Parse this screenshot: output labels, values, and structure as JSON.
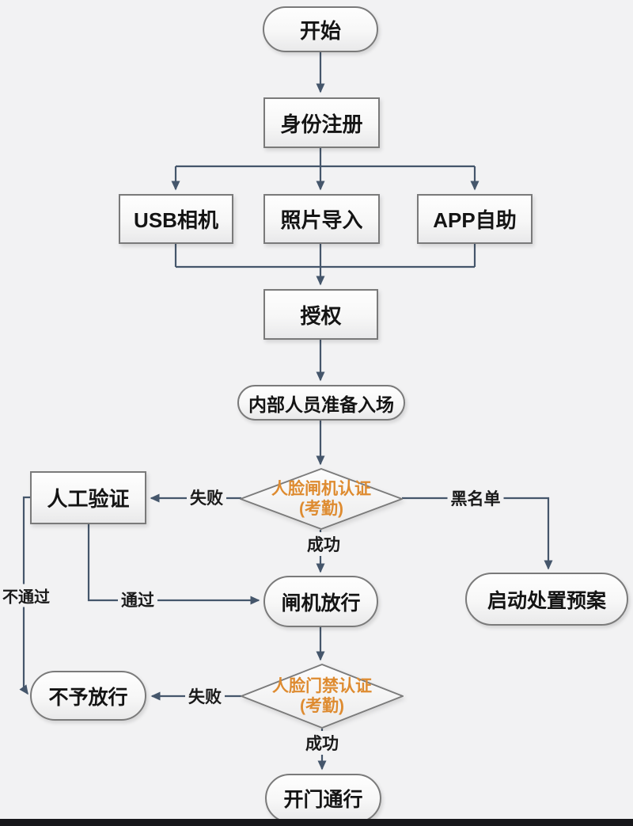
{
  "flowchart": {
    "title": "face-recognition-access-flow",
    "nodes": {
      "start": {
        "label": "开始"
      },
      "register": {
        "label": "身份注册"
      },
      "usb_camera": {
        "label": "USB相机"
      },
      "photo_import": {
        "label": "照片导入"
      },
      "app_self": {
        "label": "APP自助"
      },
      "authorize": {
        "label": "授权"
      },
      "prepare": {
        "label": "内部人员准备入场"
      },
      "gate_auth": {
        "line1": "人脸闸机认证",
        "line2": "(考勤)"
      },
      "manual_verify": {
        "label": "人工验证"
      },
      "plan": {
        "label": "启动处置预案"
      },
      "gate_release": {
        "label": "闸机放行"
      },
      "door_auth": {
        "line1": "人脸门禁认证",
        "line2": "(考勤)"
      },
      "no_release": {
        "label": "不予放行"
      },
      "open_door": {
        "label": "开门通行"
      }
    },
    "edge_labels": {
      "fail1": "失败",
      "blacklist": "黑名单",
      "success1": "成功",
      "pass": "通过",
      "no_pass": "不通过",
      "fail2": "失败",
      "success2": "成功"
    },
    "colors": {
      "line": "#45566b",
      "node_border": "#7a7a7a",
      "node_text": "#141414",
      "decision_text": "#de8b30",
      "background": "#f2f2f3",
      "bottom_bar": "#17171a"
    }
  }
}
